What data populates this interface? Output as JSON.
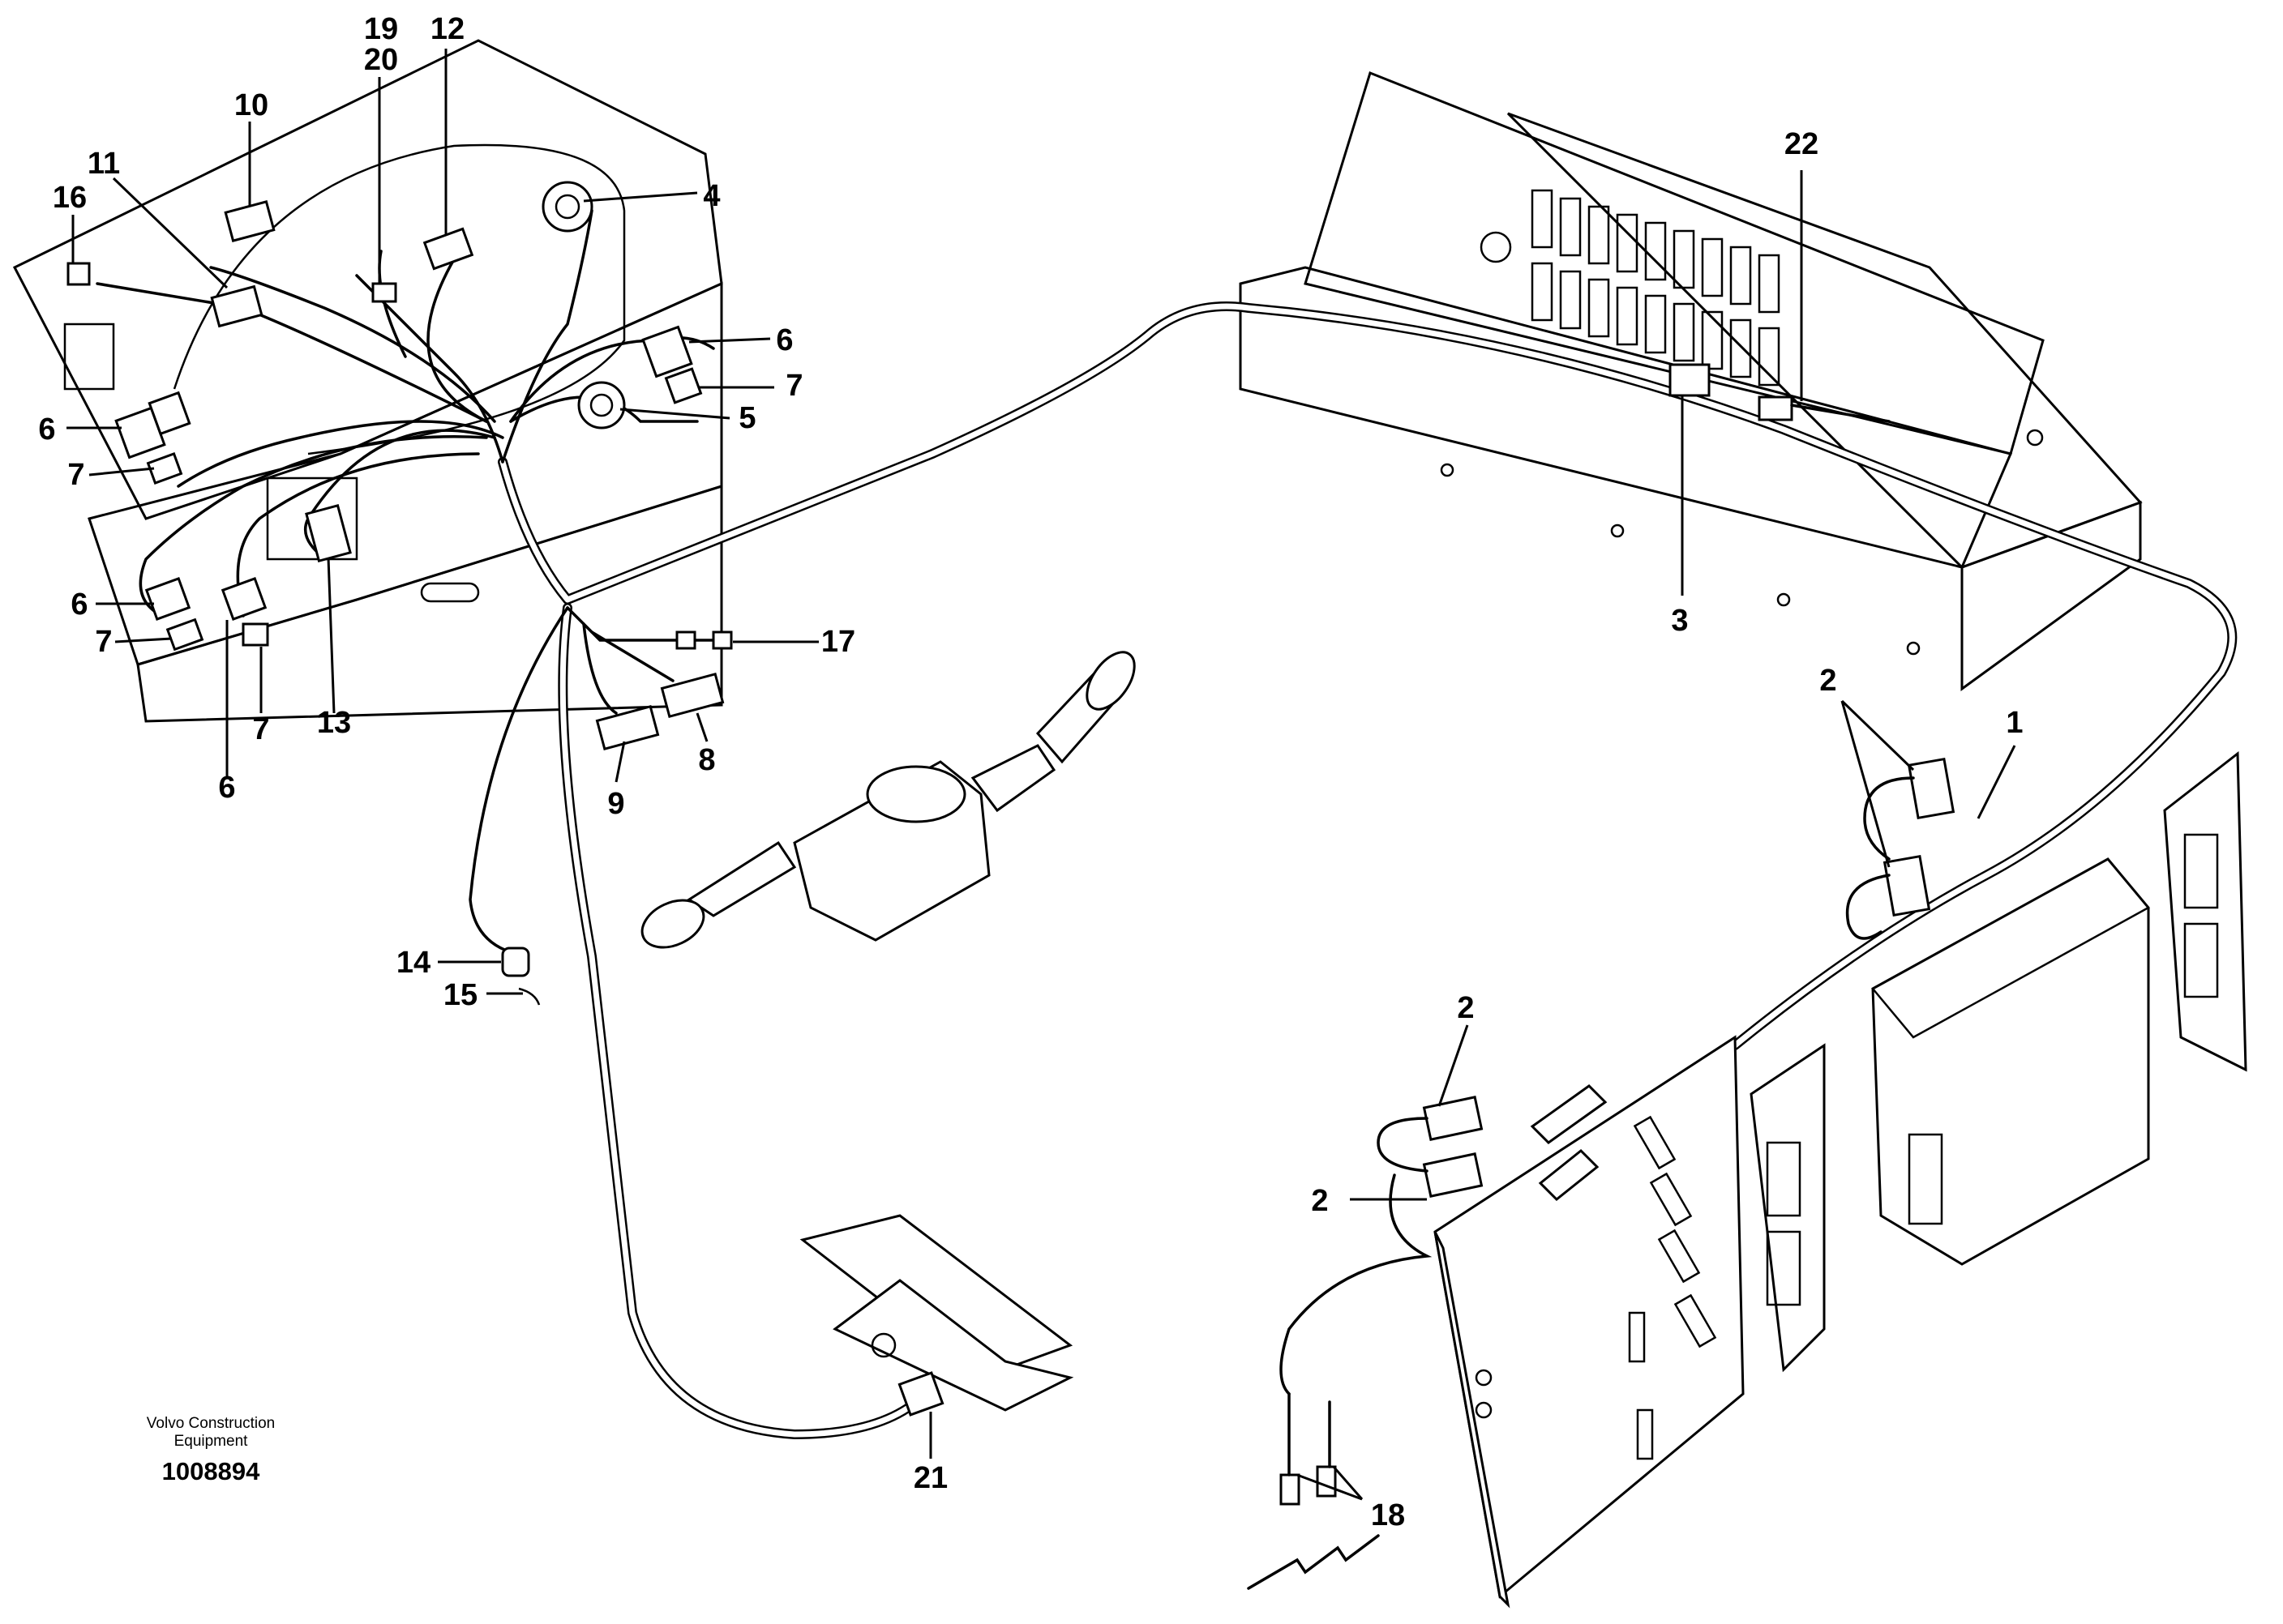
{
  "credit": {
    "company_line1": "Volvo Construction",
    "company_line2": "Equipment",
    "drawing_number": "1008894"
  },
  "callouts": [
    {
      "id": "19",
      "text": "19"
    },
    {
      "id": "20",
      "text": "20"
    },
    {
      "id": "12",
      "text": "12"
    },
    {
      "id": "10",
      "text": "10"
    },
    {
      "id": "11",
      "text": "11"
    },
    {
      "id": "16",
      "text": "16"
    },
    {
      "id": "4",
      "text": "4"
    },
    {
      "id": "6",
      "text": "6"
    },
    {
      "id": "7",
      "text": "7"
    },
    {
      "id": "5",
      "text": "5"
    },
    {
      "id": "13",
      "text": "13"
    },
    {
      "id": "17",
      "text": "17"
    },
    {
      "id": "8",
      "text": "8"
    },
    {
      "id": "9",
      "text": "9"
    },
    {
      "id": "14",
      "text": "14"
    },
    {
      "id": "15",
      "text": "15"
    },
    {
      "id": "21",
      "text": "21"
    },
    {
      "id": "22",
      "text": "22"
    },
    {
      "id": "3",
      "text": "3"
    },
    {
      "id": "2",
      "text": "2"
    },
    {
      "id": "1",
      "text": "1"
    },
    {
      "id": "18",
      "text": "18"
    }
  ]
}
